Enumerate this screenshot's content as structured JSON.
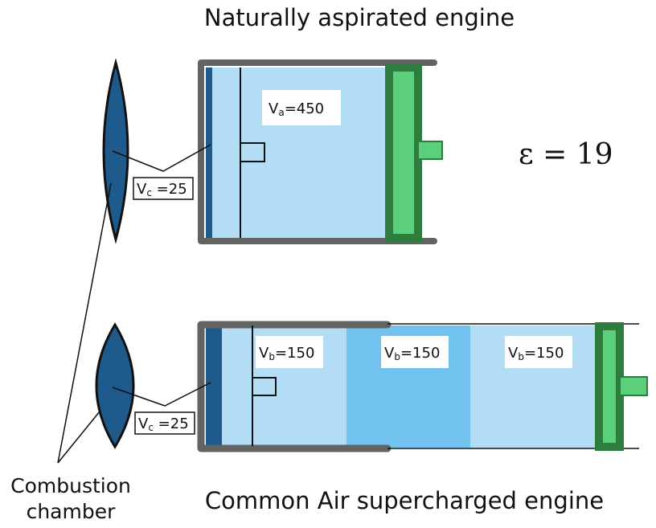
{
  "titles": {
    "top": "Naturally aspirated engine",
    "bottom": "Common Air supercharged engine"
  },
  "compression_ratio": {
    "symbol": "ε",
    "text": " = 19"
  },
  "volumes": {
    "va": {
      "base": "V",
      "sub": "a",
      "rest": "=450"
    },
    "vc_top": {
      "base": "V",
      "sub": "c",
      "rest": " =25"
    },
    "vc_bottom": {
      "base": "V",
      "sub": "c",
      "rest": " =25"
    },
    "vb": [
      {
        "base": "V",
        "sub": "b",
        "rest": "=150"
      },
      {
        "base": "V",
        "sub": "b",
        "rest": "=150"
      },
      {
        "base": "V",
        "sub": "b",
        "rest": "=150"
      }
    ]
  },
  "callout": {
    "line1": "Combustion",
    "line2": "chamber"
  },
  "colors": {
    "cylinder_wall": "#636363",
    "chamber_dark": "#1f5a8c",
    "gas_light": "#b3ddf4",
    "gas_mid": "#72c2f0",
    "piston_dark": "#2e7d3e",
    "piston_light": "#5ccf7d"
  }
}
